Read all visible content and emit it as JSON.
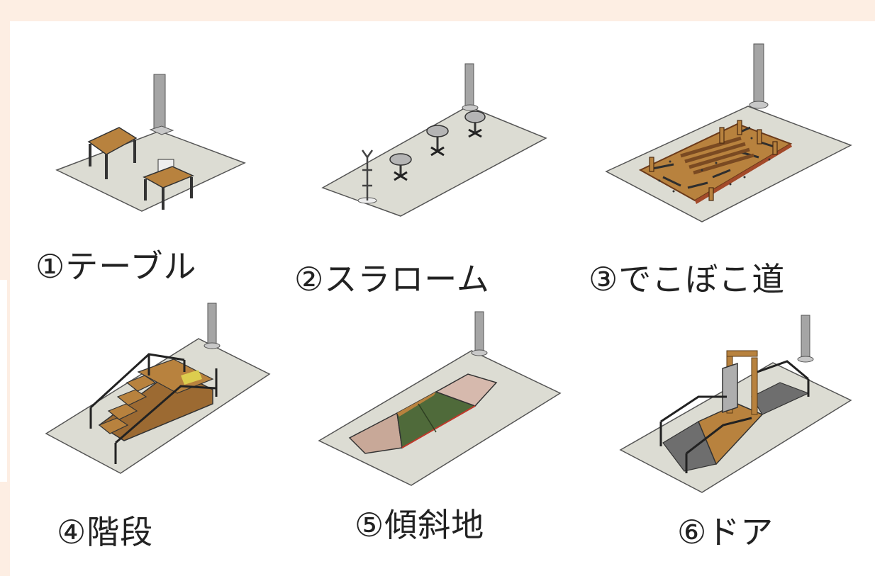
{
  "colors": {
    "background": "#fdeee3",
    "panel": "#ffffff",
    "ground": "#dcdcd3",
    "wood": "#b8823e",
    "metal": "#3a3a3a",
    "pole": "#9a9a9a",
    "mat_green": "#4f6a3a",
    "slope_side": "#c8a898"
  },
  "stations": [
    {
      "id": "table",
      "label": "①テーブル",
      "icon": "table-scene"
    },
    {
      "id": "slalom",
      "label": "②スラローム",
      "icon": "slalom-scene"
    },
    {
      "id": "bumpy-road",
      "label": "③でこぼこ道",
      "icon": "bumpy-road-scene"
    },
    {
      "id": "stairs",
      "label": "④階段",
      "icon": "stairs-scene"
    },
    {
      "id": "slope",
      "label": "⑤傾斜地",
      "icon": "slope-scene"
    },
    {
      "id": "door",
      "label": "⑥ドア",
      "icon": "door-scene"
    }
  ]
}
